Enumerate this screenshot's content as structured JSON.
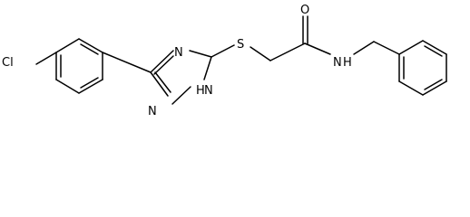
{
  "molecule": {
    "atoms": {
      "cl": "Cl",
      "n_triazole_top": "N",
      "n_triazole_bottom": "N",
      "nh_triazole": "H",
      "nh_triazole_n": "N",
      "s": "S",
      "o": "O",
      "n_amide": "N",
      "h_amide": "H"
    }
  }
}
